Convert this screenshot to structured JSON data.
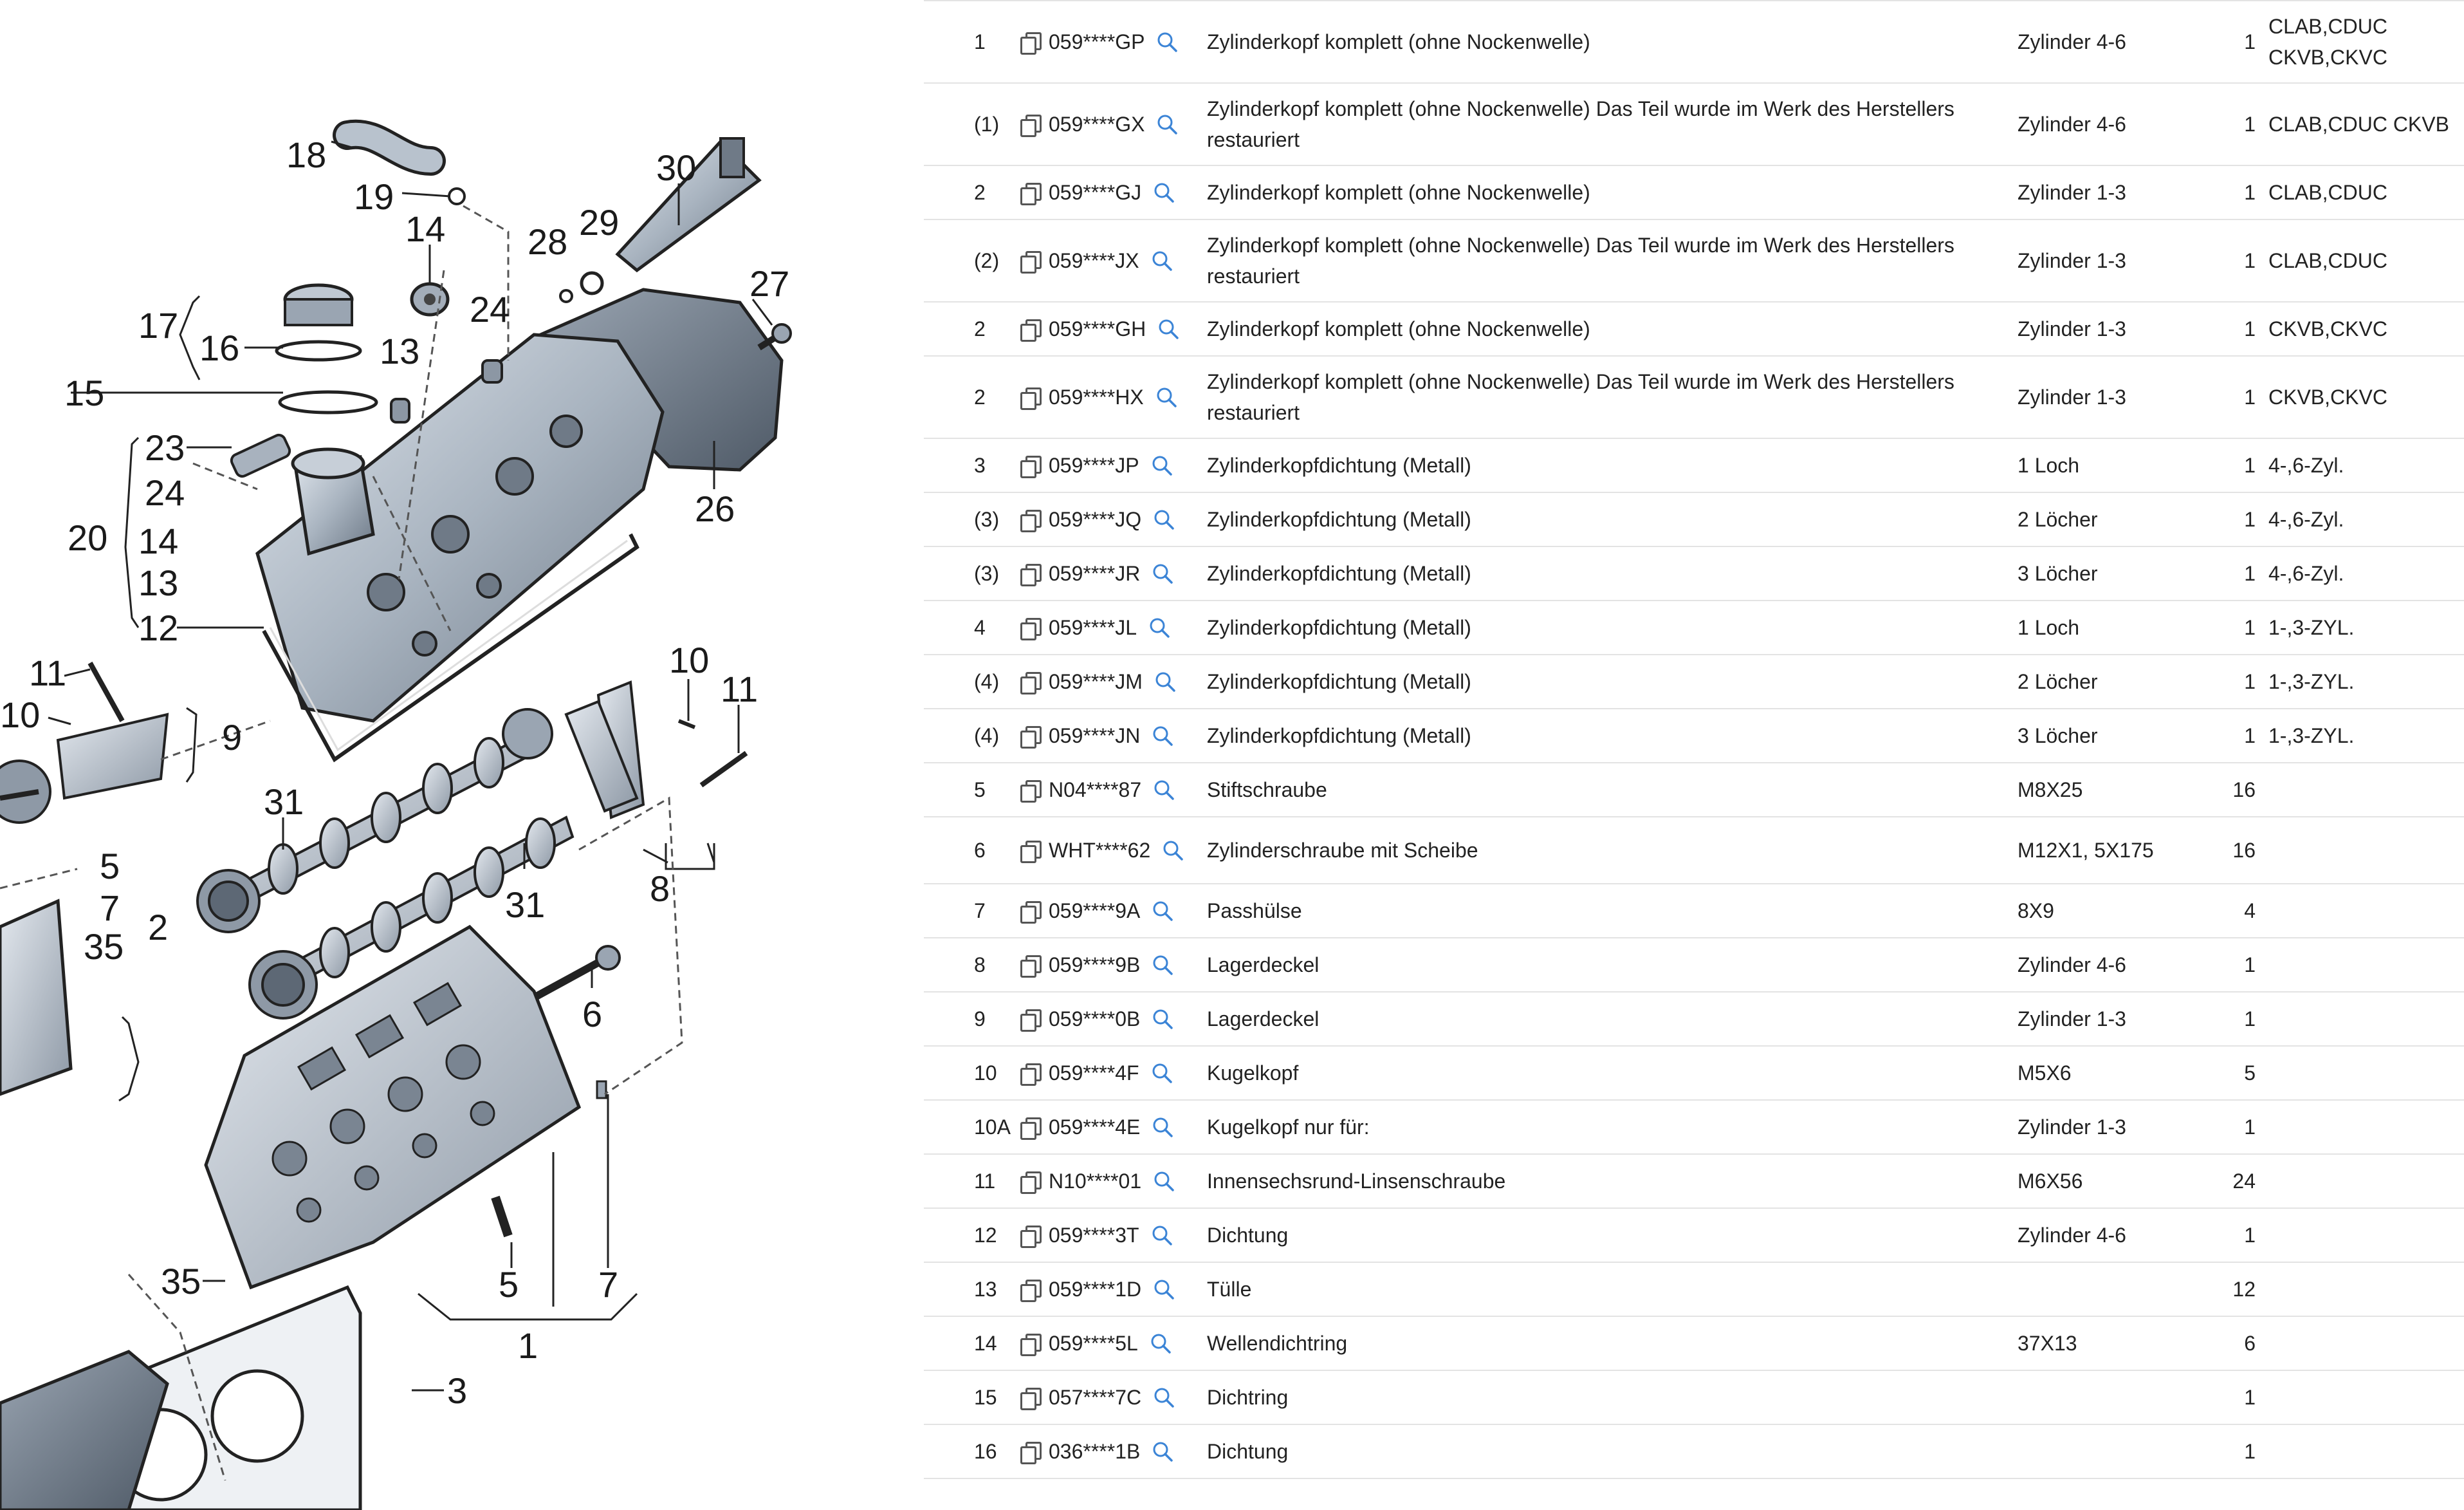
{
  "diagram": {
    "callouts": [
      "18",
      "19",
      "14",
      "28",
      "29",
      "30",
      "27",
      "17",
      "16",
      "24",
      "13",
      "15",
      "23",
      "24",
      "20",
      "14",
      "13",
      "12",
      "26",
      "11",
      "10",
      "9",
      "10",
      "11",
      "31",
      "5",
      "7",
      "2",
      "35",
      "31",
      "8",
      "6",
      "35",
      "5",
      "7",
      "1",
      "3"
    ]
  },
  "parts": [
    {
      "pos": "1",
      "pn": "059****GP",
      "desc": "Zylinderkopf komplett (ohne Nockenwelle)",
      "spec": "Zylinder 4-6",
      "qty": "1",
      "codes": "CLAB,CDUC CKVB,CKVC"
    },
    {
      "pos": "(1)",
      "pn": "059****GX",
      "desc": "Zylinderkopf komplett (ohne Nockenwelle) Das Teil wurde im Werk des Herstellers restauriert",
      "spec": "Zylinder 4-6",
      "qty": "1",
      "codes": "CLAB,CDUC CKVB"
    },
    {
      "pos": "2",
      "pn": "059****GJ",
      "desc": "Zylinderkopf komplett (ohne Nockenwelle)",
      "spec": "Zylinder 1-3",
      "qty": "1",
      "codes": "CLAB,CDUC"
    },
    {
      "pos": "(2)",
      "pn": "059****JX",
      "desc": "Zylinderkopf komplett (ohne Nockenwelle) Das Teil wurde im Werk des Herstellers restauriert",
      "spec": "Zylinder 1-3",
      "qty": "1",
      "codes": "CLAB,CDUC"
    },
    {
      "pos": "2",
      "pn": "059****GH",
      "desc": "Zylinderkopf komplett (ohne Nockenwelle)",
      "spec": "Zylinder 1-3",
      "qty": "1",
      "codes": "CKVB,CKVC"
    },
    {
      "pos": "2",
      "pn": "059****HX",
      "desc": "Zylinderkopf komplett (ohne Nockenwelle) Das Teil wurde im Werk des Herstellers restauriert",
      "spec": "Zylinder 1-3",
      "qty": "1",
      "codes": "CKVB,CKVC"
    },
    {
      "pos": "3",
      "pn": "059****JP",
      "desc": "Zylinderkopfdichtung (Metall)",
      "spec": "1 Loch",
      "qty": "1",
      "codes": "4-,6-Zyl."
    },
    {
      "pos": "(3)",
      "pn": "059****JQ",
      "desc": "Zylinderkopfdichtung (Metall)",
      "spec": "2 Löcher",
      "qty": "1",
      "codes": "4-,6-Zyl."
    },
    {
      "pos": "(3)",
      "pn": "059****JR",
      "desc": "Zylinderkopfdichtung (Metall)",
      "spec": "3 Löcher",
      "qty": "1",
      "codes": "4-,6-Zyl."
    },
    {
      "pos": "4",
      "pn": "059****JL",
      "desc": "Zylinderkopfdichtung (Metall)",
      "spec": "1 Loch",
      "qty": "1",
      "codes": "1-,3-ZYL."
    },
    {
      "pos": "(4)",
      "pn": "059****JM",
      "desc": "Zylinderkopfdichtung (Metall)",
      "spec": "2 Löcher",
      "qty": "1",
      "codes": "1-,3-ZYL."
    },
    {
      "pos": "(4)",
      "pn": "059****JN",
      "desc": "Zylinderkopfdichtung (Metall)",
      "spec": "3 Löcher",
      "qty": "1",
      "codes": "1-,3-ZYL."
    },
    {
      "pos": "5",
      "pn": "N04****87",
      "desc": "Stiftschraube",
      "spec": "M8X25",
      "qty": "16",
      "codes": ""
    },
    {
      "pos": "6",
      "pn": "WHT****62",
      "desc": "Zylinderschraube mit Scheibe",
      "spec": "M12X1, 5X175",
      "qty": "16",
      "codes": ""
    },
    {
      "pos": "7",
      "pn": "059****9A",
      "desc": "Passhülse",
      "spec": "8X9",
      "qty": "4",
      "codes": ""
    },
    {
      "pos": "8",
      "pn": "059****9B",
      "desc": "Lagerdeckel",
      "spec": "Zylinder 4-6",
      "qty": "1",
      "codes": ""
    },
    {
      "pos": "9",
      "pn": "059****0B",
      "desc": "Lagerdeckel",
      "spec": "Zylinder 1-3",
      "qty": "1",
      "codes": ""
    },
    {
      "pos": "10",
      "pn": "059****4F",
      "desc": "Kugelkopf",
      "spec": "M5X6",
      "qty": "5",
      "codes": ""
    },
    {
      "pos": "10A",
      "pn": "059****4E",
      "desc": "Kugelkopf nur für:",
      "spec": "Zylinder 1-3",
      "qty": "1",
      "codes": ""
    },
    {
      "pos": "11",
      "pn": "N10****01",
      "desc": "Innensechsrund-Linsenschraube",
      "spec": "M6X56",
      "qty": "24",
      "codes": ""
    },
    {
      "pos": "12",
      "pn": "059****3T",
      "desc": "Dichtung",
      "spec": "Zylinder 4-6",
      "qty": "1",
      "codes": ""
    },
    {
      "pos": "13",
      "pn": "059****1D",
      "desc": "Tülle",
      "spec": "",
      "qty": "12",
      "codes": ""
    },
    {
      "pos": "14",
      "pn": "059****5L",
      "desc": "Wellendichtring",
      "spec": "37X13",
      "qty": "6",
      "codes": ""
    },
    {
      "pos": "15",
      "pn": "057****7C",
      "desc": "Dichtring",
      "spec": "",
      "qty": "1",
      "codes": ""
    },
    {
      "pos": "16",
      "pn": "036****1B",
      "desc": "Dichtung",
      "spec": "",
      "qty": "1",
      "codes": ""
    }
  ]
}
